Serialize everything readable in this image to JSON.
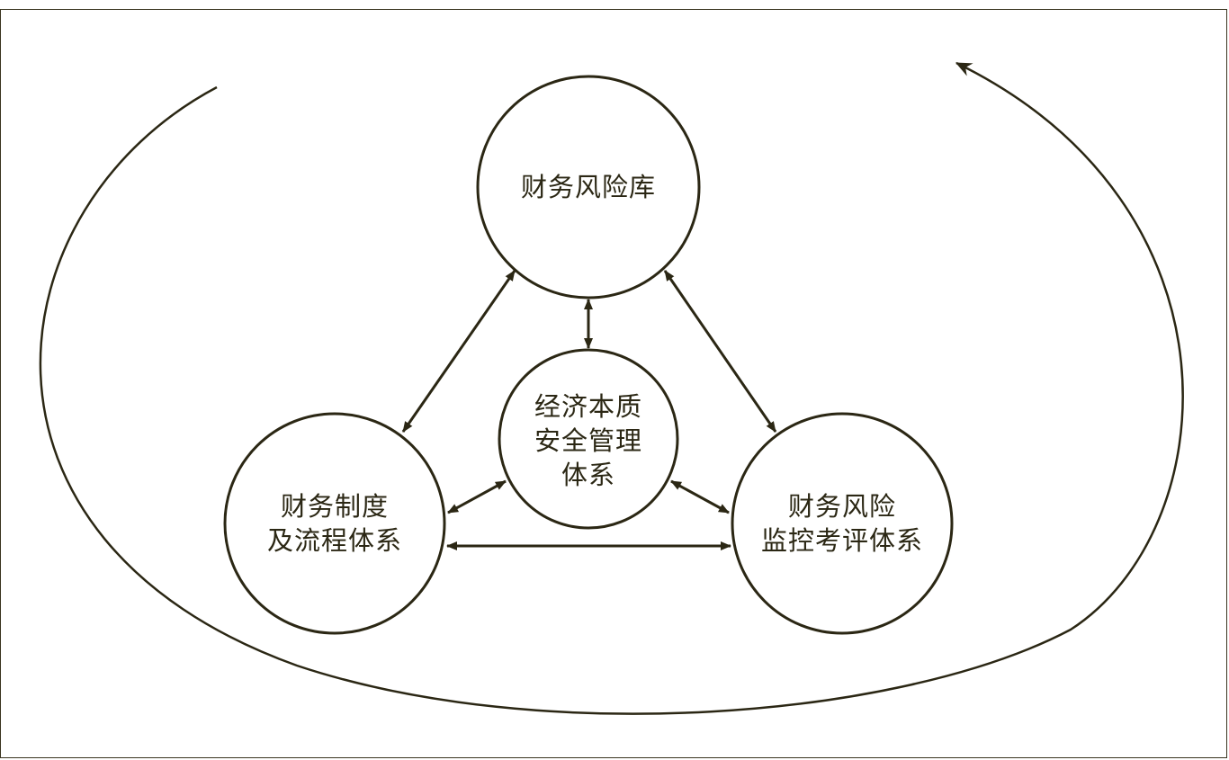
{
  "colors": {
    "ink": "#2b2714",
    "frame": "#3a3520",
    "background": "#ffffff"
  },
  "nodes": {
    "top": {
      "lines": [
        "财务风险库"
      ]
    },
    "center": {
      "lines": [
        "经济本质",
        "安全管理",
        "体系"
      ]
    },
    "left": {
      "lines": [
        "财务制度",
        "及流程体系"
      ]
    },
    "right": {
      "lines": [
        "财务风险",
        "监控考评体系"
      ]
    }
  }
}
